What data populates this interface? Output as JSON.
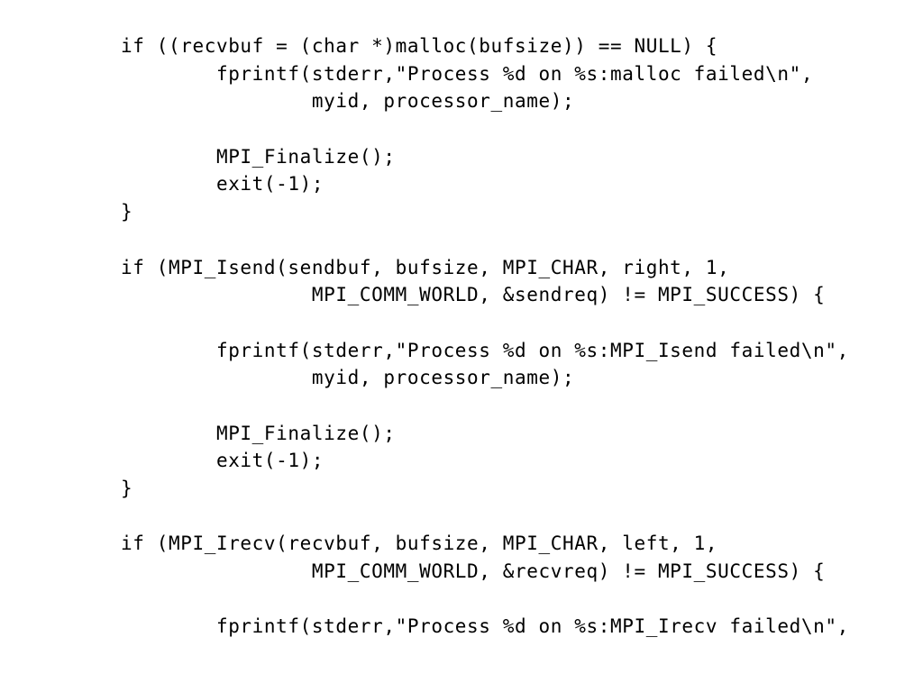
{
  "code": {
    "lines": [
      "if ((recvbuf = (char *)malloc(bufsize)) == NULL) {",
      "        fprintf(stderr,\"Process %d on %s:malloc failed\\n\",",
      "                myid, processor_name);",
      "",
      "        MPI_Finalize();",
      "        exit(-1);",
      "}",
      "",
      "if (MPI_Isend(sendbuf, bufsize, MPI_CHAR, right, 1,",
      "                MPI_COMM_WORLD, &sendreq) != MPI_SUCCESS) {",
      "",
      "        fprintf(stderr,\"Process %d on %s:MPI_Isend failed\\n\",",
      "                myid, processor_name);",
      "",
      "        MPI_Finalize();",
      "        exit(-1);",
      "}",
      "",
      "if (MPI_Irecv(recvbuf, bufsize, MPI_CHAR, left, 1,",
      "                MPI_COMM_WORLD, &recvreq) != MPI_SUCCESS) {",
      "",
      "        fprintf(stderr,\"Process %d on %s:MPI_Irecv failed\\n\","
    ]
  }
}
